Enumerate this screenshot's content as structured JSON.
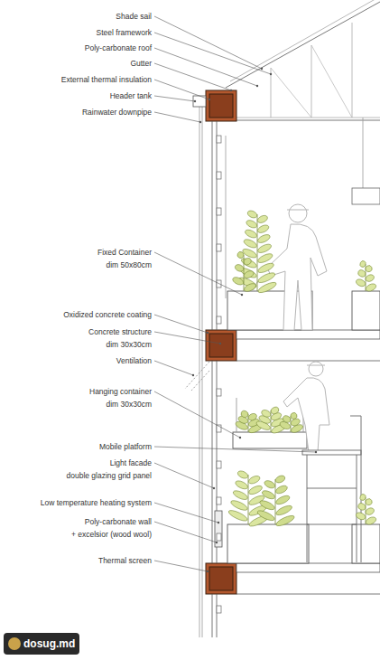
{
  "diagram": {
    "labels": [
      "Shade sail",
      "Steel framework",
      "Poly-carbonate roof",
      "Gutter",
      "External thermal insulation",
      "Header tank",
      "Rainwater downpipe",
      "Fixed Container",
      "dim 50x80cm",
      "Oxidized concrete coating",
      "Concrete structure",
      "dim 30x30cm",
      "Ventilation",
      "Hanging container",
      "dim 30x30cm",
      "Mobile platform",
      "Light facade",
      "double glazing grid panel",
      "Low temperature heating system",
      "Poly-carbonate wall",
      "+ excelsior (wood wool)",
      "Thermal screen",
      "dosug.md"
    ]
  }
}
